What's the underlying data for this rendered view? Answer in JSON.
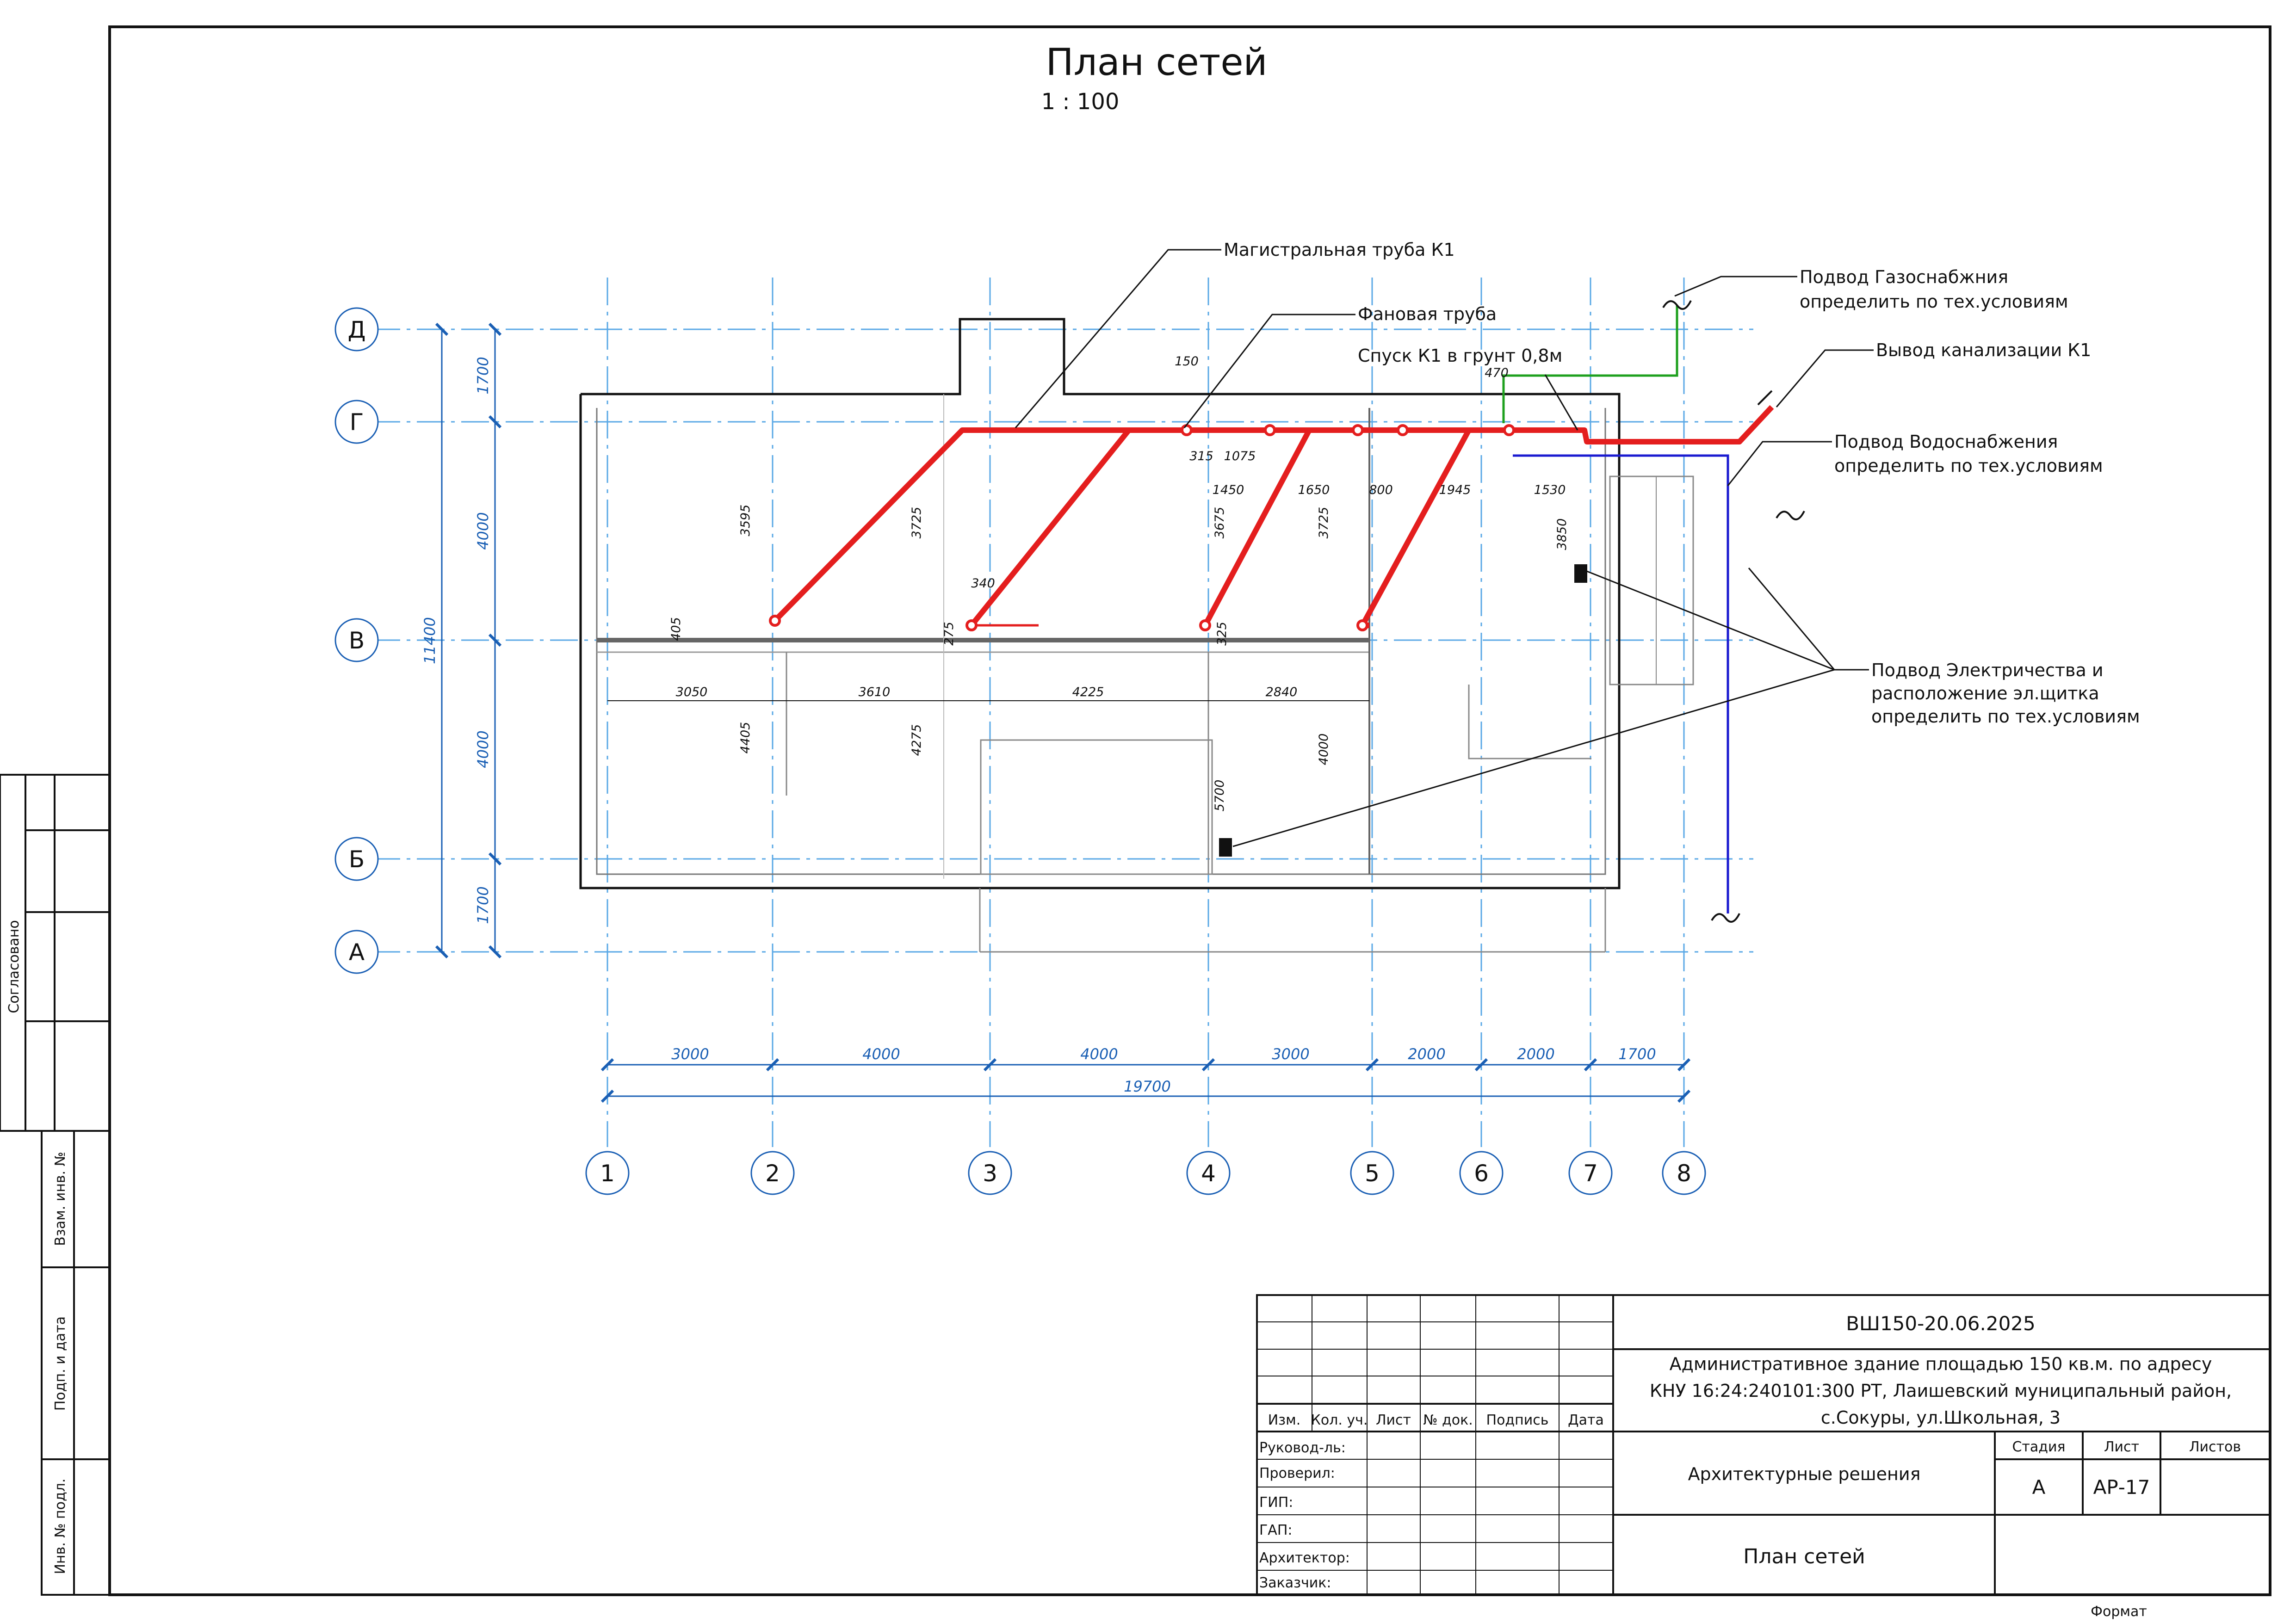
{
  "title": "План сетей",
  "scale": "1 : 100",
  "colors": {
    "sewer": "#e41e1e",
    "gas": "#1ea01e",
    "water": "#1a1ad0",
    "grid": "#5aa8e6",
    "dim": "#1a5fb4"
  },
  "axes_letters": [
    "Д",
    "Г",
    "В",
    "Б",
    "А"
  ],
  "axes_numbers": [
    "1",
    "2",
    "3",
    "4",
    "5",
    "6",
    "7",
    "8"
  ],
  "dims_left": {
    "d1": "1700",
    "d2": "4000",
    "d3": "4000",
    "d4": "1700",
    "total": "11400"
  },
  "dims_bottom": {
    "d1": "3000",
    "d2": "4000",
    "d3": "4000",
    "d4": "3000",
    "d5": "2000",
    "d6": "2000",
    "d7": "1700",
    "total": "19700"
  },
  "inner_dims": {
    "a": "3050",
    "b": "3610",
    "c": "4225",
    "d": "2840",
    "e": "3595",
    "f": "3725",
    "g": "4405",
    "h": "4275",
    "i": "5700",
    "j": "4000",
    "k": "1450",
    "l": "1650",
    "m": "800",
    "n": "1945",
    "o": "1530",
    "p": "3850",
    "q": "315",
    "r": "1075",
    "s": "3675",
    "t": "3725",
    "u": "470",
    "v": "150",
    "w": "340",
    "x": "405",
    "y": "275",
    "z": "325"
  },
  "callouts": {
    "main_pipe": "Магистральная труба К1",
    "vent_pipe": "Фановая труба",
    "descent": "Спуск К1 в грунт 0,8м",
    "gas_1": "Подвод Газоснабжния",
    "gas_2": "определить по тех.условиям",
    "sewer_out": "Вывод канализации К1",
    "water_1": "Подвод Водоснабжения",
    "water_2": "определить по тех.условиям",
    "elec_1": "Подвод Электричества и",
    "elec_2": "расположение эл.щитка",
    "elec_3": "определить по тех.условиям"
  },
  "stamp": {
    "code": "ВШ150-20.06.2025",
    "object_1": "Административное здание площадью 150 кв.м. по адресу",
    "object_2": "КНУ 16:24:240101:300 РТ, Лаишевский муниципальный район,",
    "object_3": "с.Сокуры, ул.Школьная, 3",
    "section": "Архитектурные решения",
    "sheet_name": "План сетей",
    "col_izm": "Изм.",
    "col_kol": "Кол. уч.",
    "col_list": "Лист",
    "col_doc": "№ док.",
    "col_sign": "Подпись",
    "col_date": "Дата",
    "rukovod": "Руковод-ль:",
    "proveril": "Проверил:",
    "gip": "ГИП:",
    "gap": "ГАП:",
    "arch": "Архитектор:",
    "zakaz": "Заказчик:",
    "stage_h": "Стадия",
    "list_h": "Лист",
    "listov_h": "Листов",
    "stage": "А",
    "list": "АР-17"
  },
  "side": {
    "agreed": "Согласовано",
    "vzam": "Взам. инв. №",
    "podp": "Подп. и дата",
    "inv": "Инв. № подл."
  },
  "format_label": "Формат"
}
